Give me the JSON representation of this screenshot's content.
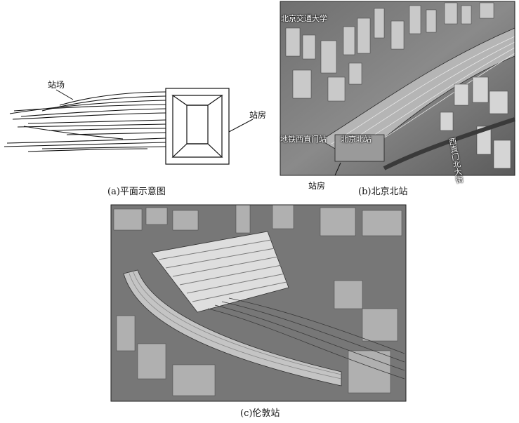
{
  "panel_a": {
    "caption": "(a)平面示意图",
    "label_yard": "站场",
    "label_building": "站房"
  },
  "panel_b": {
    "caption": "(b)北京北站",
    "label_university": "北京交通大学",
    "label_subway": "地铁西直门站",
    "label_station": "北京北站",
    "label_street": "西直门北大街",
    "label_building": "站房"
  },
  "panel_c": {
    "caption": "(c)伦敦站"
  }
}
